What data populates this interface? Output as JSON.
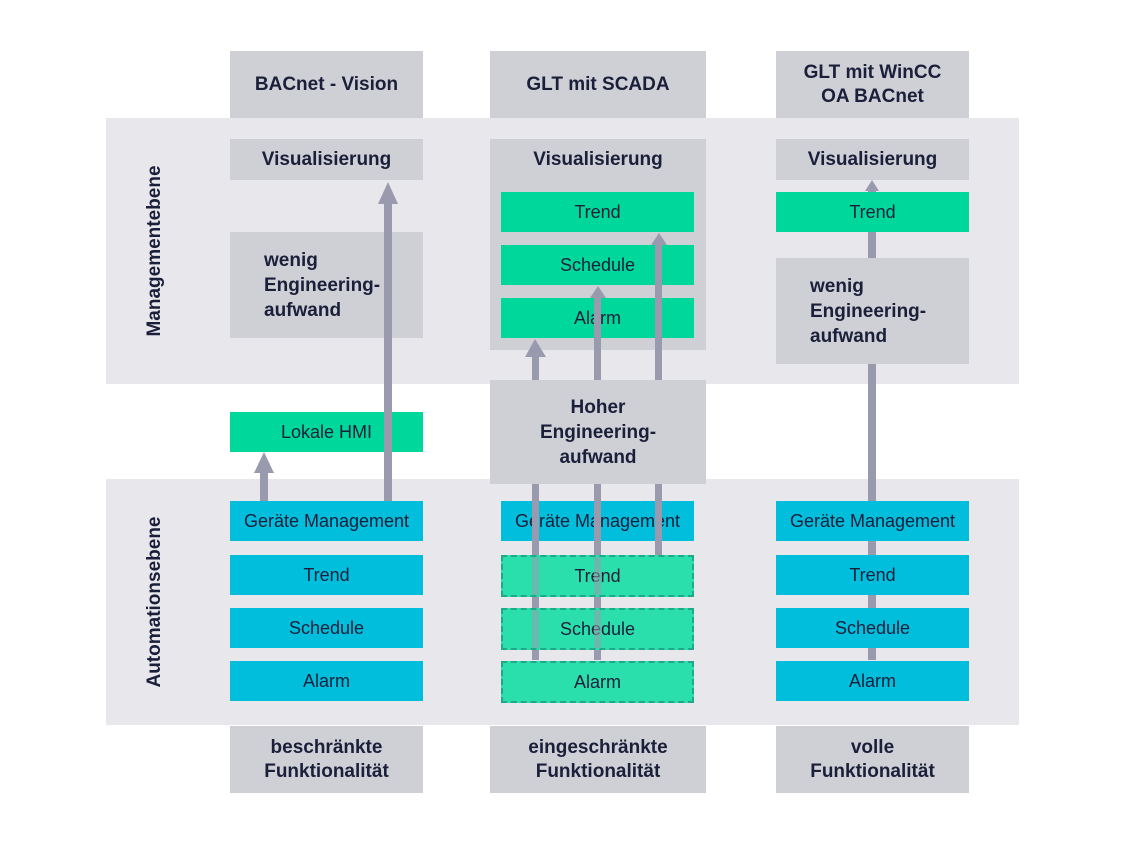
{
  "layers": {
    "management": "Managementebene",
    "automation": "Automationsebene"
  },
  "columns": [
    {
      "header": "BACnet - Vision",
      "visualization": "Visualisierung",
      "engineering": "wenig\nEngineering-\naufwand",
      "local_hmi": "Lokale HMI",
      "automation_items": [
        "Geräte Management",
        "Trend",
        "Schedule",
        "Alarm"
      ],
      "footer": "beschränkte\nFunktionalität"
    },
    {
      "header": "GLT mit SCADA",
      "visualization": "Visualisierung",
      "management_items": [
        "Trend",
        "Schedule",
        "Alarm"
      ],
      "engineering": "Hoher\nEngineering-\naufwand",
      "automation_items": [
        "Geräte Management",
        "Trend",
        "Schedule",
        "Alarm"
      ],
      "footer": "eingeschränkte\nFunktionalität"
    },
    {
      "header": "GLT mit WinCC\nOA BACnet",
      "visualization": "Visualisierung",
      "management_items": [
        "Trend"
      ],
      "engineering": "wenig\nEngineering-\naufwand",
      "automation_items": [
        "Geräte Management",
        "Trend",
        "Schedule",
        "Alarm"
      ],
      "footer": "volle\nFunktionalität"
    }
  ],
  "colors": {
    "band": "#e8e8ec",
    "gray_box": "#cfcfd6",
    "green": "#00d79a",
    "cyan": "#00bedc",
    "arrow": "#9a9aae",
    "text": "#1b1f3a"
  }
}
